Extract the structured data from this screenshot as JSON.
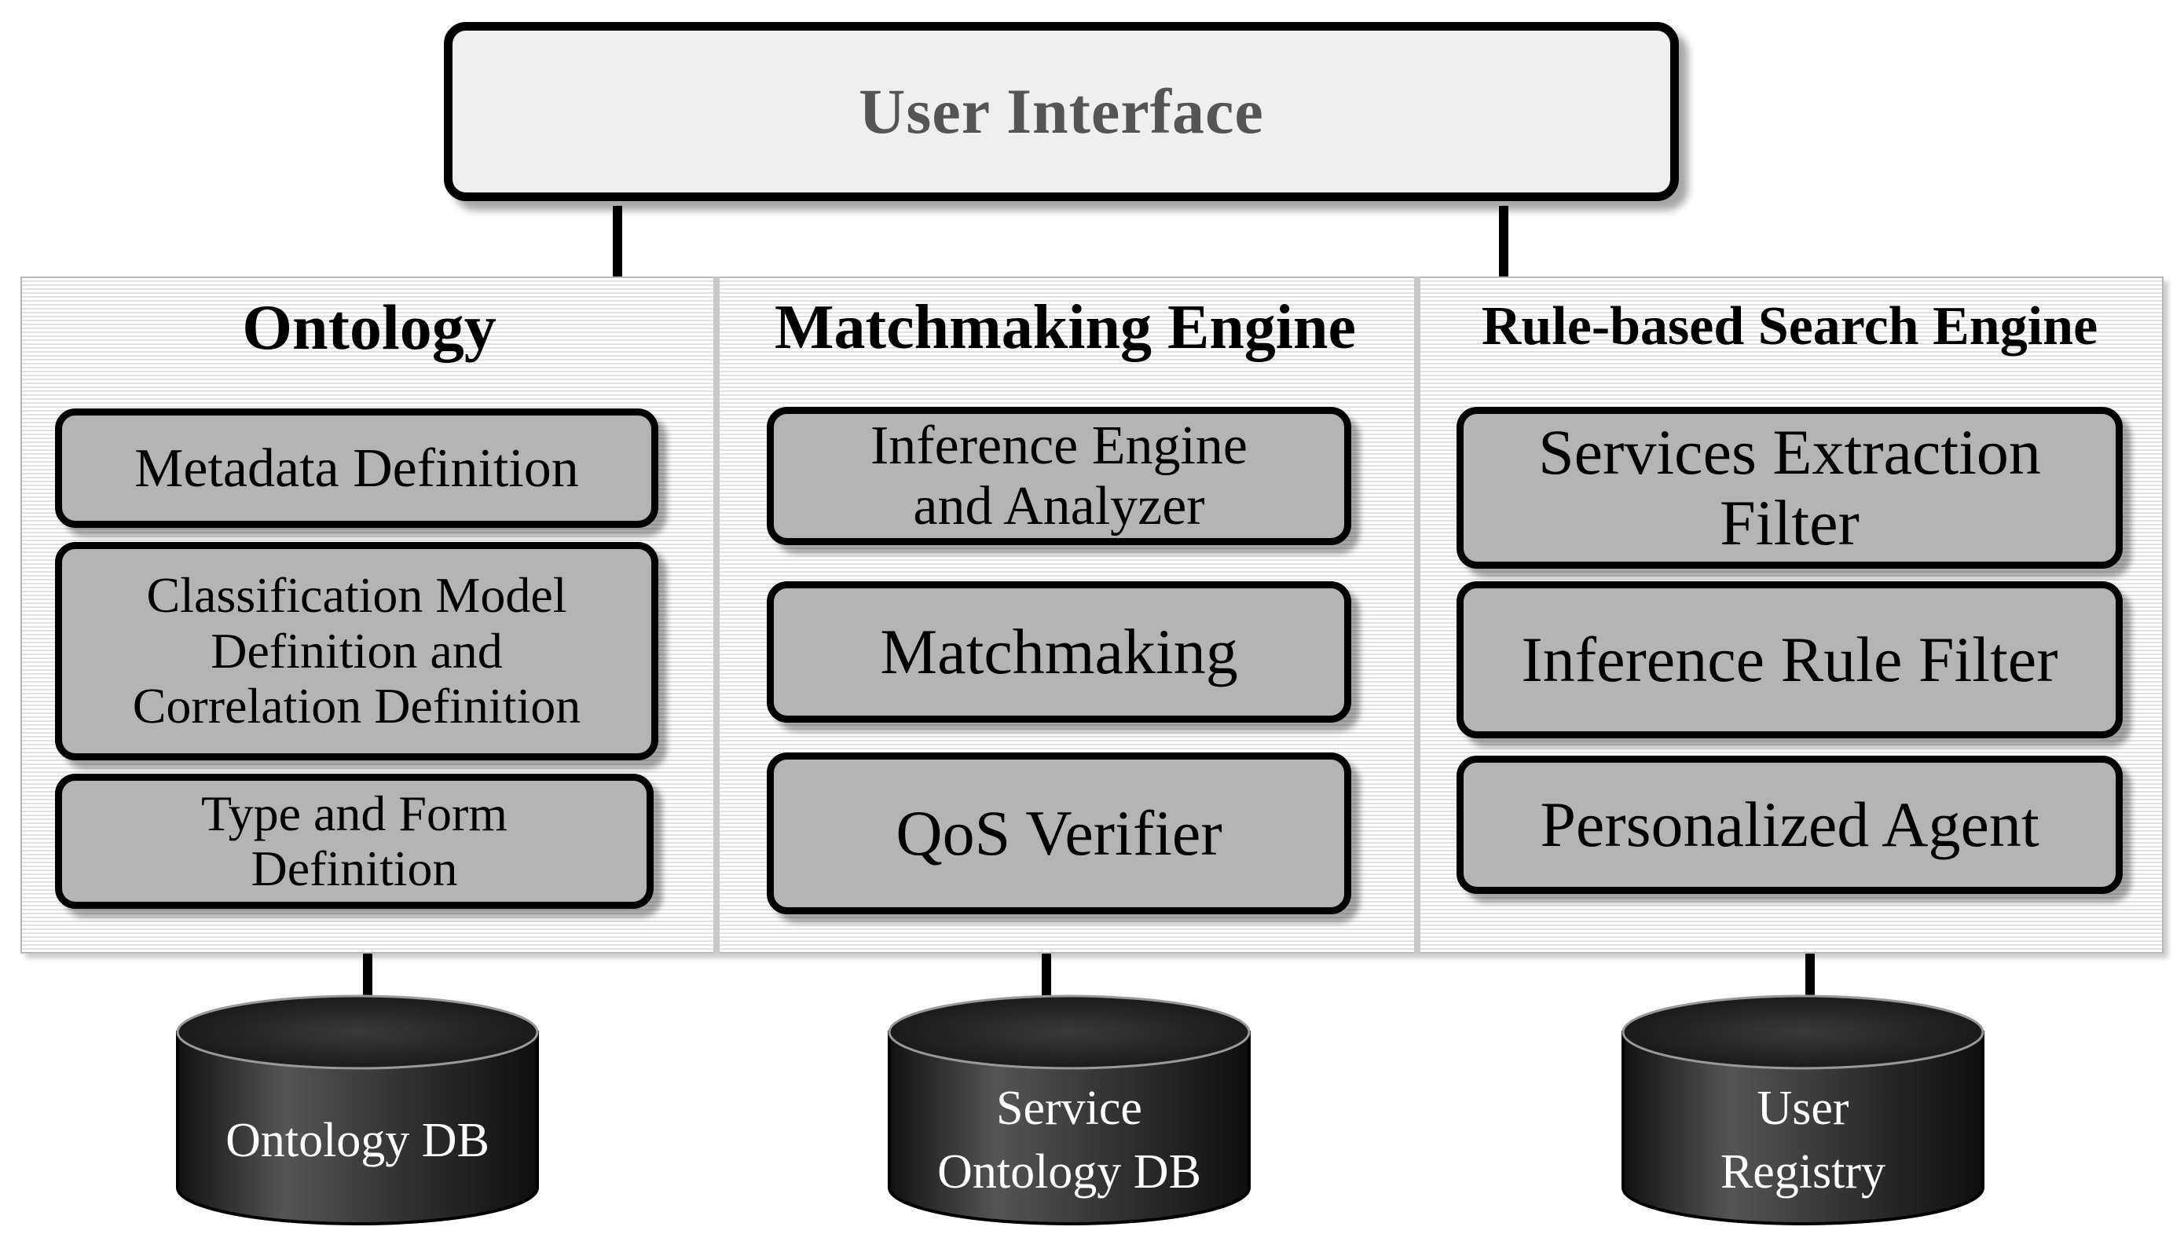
{
  "user_interface": {
    "label": "User Interface"
  },
  "ontology": {
    "title": "Ontology",
    "items": [
      {
        "line1": "Metadata Definition"
      },
      {
        "line1": "Classification Model",
        "line2": "Definition and",
        "line3": "Correlation Definition"
      },
      {
        "line1": "Type and Form",
        "line2": "Definition"
      }
    ]
  },
  "matchmaking": {
    "title": "Matchmaking Engine",
    "items": [
      {
        "line1": "Inference Engine",
        "line2": "and Analyzer"
      },
      {
        "line1": "Matchmaking"
      },
      {
        "line1": "QoS Verifier"
      }
    ]
  },
  "rule_search": {
    "title": "Rule-based Search Engine",
    "items": [
      {
        "line1": "Services Extraction",
        "line2": "Filter"
      },
      {
        "line1": "Inference Rule Filter"
      },
      {
        "line1": "Personalized Agent"
      }
    ]
  },
  "databases": [
    {
      "line1": "Ontology DB"
    },
    {
      "line1": "Service",
      "line2": "Ontology DB"
    },
    {
      "line1": "User",
      "line2": "Registry"
    }
  ]
}
